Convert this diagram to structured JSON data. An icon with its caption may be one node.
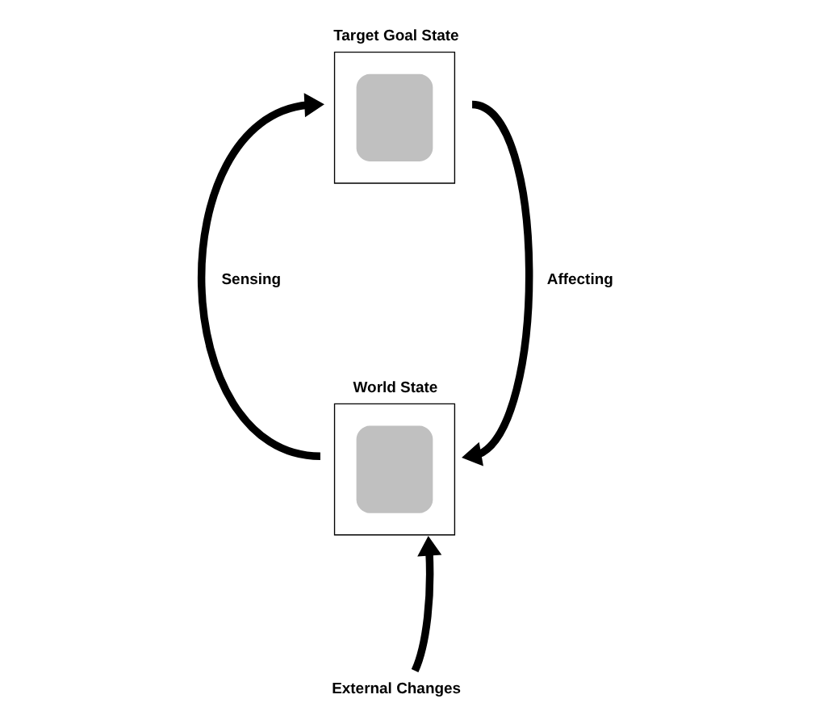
{
  "diagram": {
    "nodes": [
      {
        "text": [
          "Target Goal State"
        ]
      },
      {
        "text": [
          "World State"
        ]
      },
      {
        "text": [
          "External Changes"
        ]
      }
    ],
    "edges": [
      {
        "from": 1,
        "to": 0,
        "arrow": "to",
        "label": "Sensing"
      },
      {
        "from": 0,
        "to": 1,
        "arrow": "to",
        "label": "Affecting"
      },
      {
        "from": 2,
        "to": 1,
        "arrow": "to"
      }
    ]
  }
}
